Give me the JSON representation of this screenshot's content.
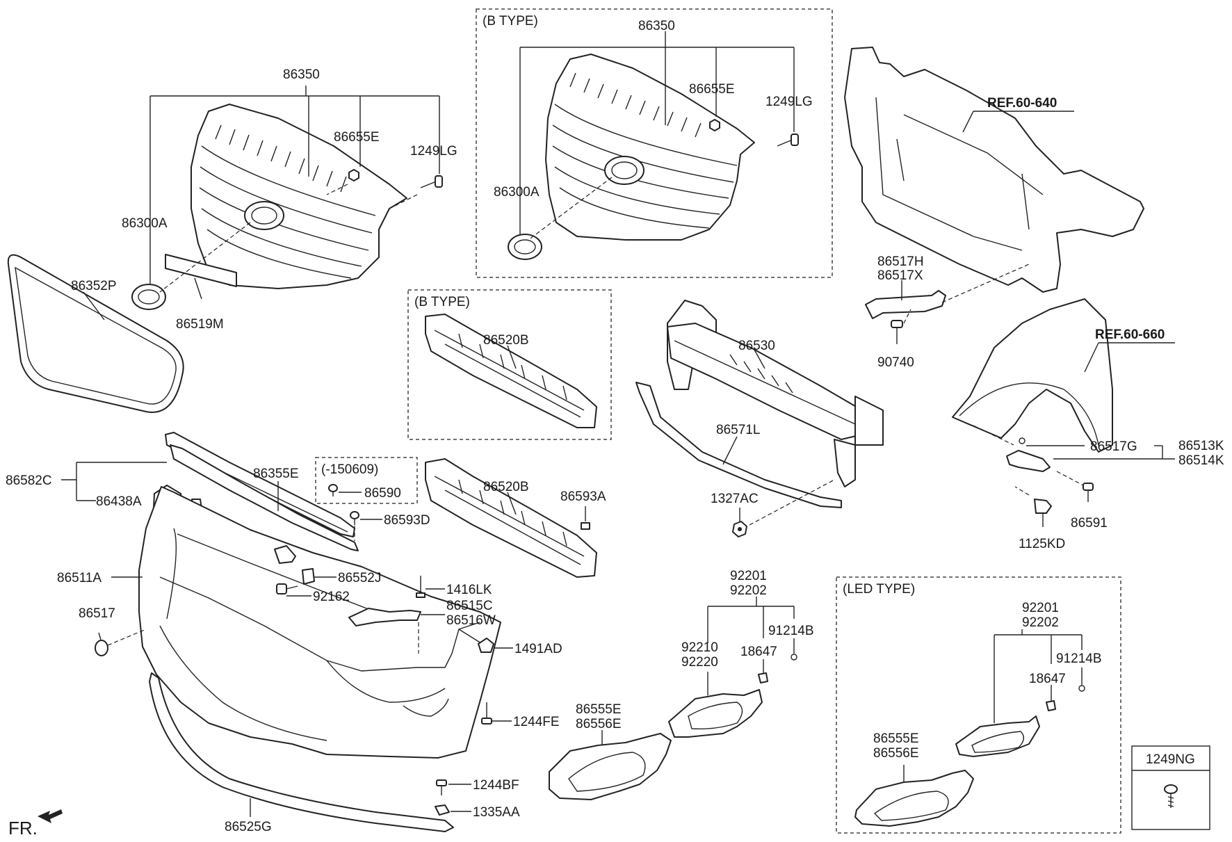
{
  "diagram": {
    "labels": {
      "grille_main": "86350",
      "emblem_main": "86300A",
      "clip_main": "86655E",
      "screw_main": "1249LG",
      "molding": "86352P",
      "bracket": "86519M",
      "grille_b": "86350",
      "emblem_b": "86300A",
      "clip_b": "86655E",
      "screw_b": "1249LG",
      "absorber_b": "86520B",
      "absorber": "86520B",
      "clip_593a": "86593A",
      "beam": "86530",
      "pipe": "86571L",
      "nut": "1327AC",
      "ref_640": "REF.60-640",
      "ref_660": "REF.60-660",
      "bracket_h": "86517H",
      "bracket_x": "86517X",
      "screw_90740": "90740",
      "cover_g": "86517G",
      "bracket_k1": "86513K",
      "bracket_k2": "86514K",
      "screw_591": "86591",
      "clip_1125": "1125KD",
      "cover_582c": "86582C",
      "bracket_438a": "86438A",
      "cover_355e": "86355E",
      "date_code": "(-150609)",
      "clip_590": "86590",
      "clip_593d": "86593D",
      "bumper": "86511A",
      "bracket_552j": "86552J",
      "bolt_92162": "92162",
      "stud_1416": "1416LK",
      "bracket_515c": "86515C",
      "bracket_516w": "86516W",
      "cap_86517": "86517",
      "grommet_1491": "1491AD",
      "screw_1244fe": "1244FE",
      "screw_1244bf": "1244BF",
      "clip_1335": "1335AA",
      "lip": "86525G",
      "fog_92201": "92201",
      "fog_92202": "92202",
      "fog_92210": "92210",
      "fog_92220": "92220",
      "bulb_91214b": "91214B",
      "clip_18647": "18647",
      "cover_555e": "86555E",
      "cover_556e": "86556E",
      "led_92201": "92201",
      "led_92202": "92202",
      "led_91214b": "91214B",
      "led_18647": "18647",
      "led_555e": "86555E",
      "led_556e": "86556E",
      "screw_1249ng": "1249NG",
      "fr": "FR."
    },
    "boxes": {
      "b_type_grille": "(B TYPE)",
      "b_type_absorber": "(B TYPE)",
      "led_type": "(LED TYPE)"
    }
  }
}
